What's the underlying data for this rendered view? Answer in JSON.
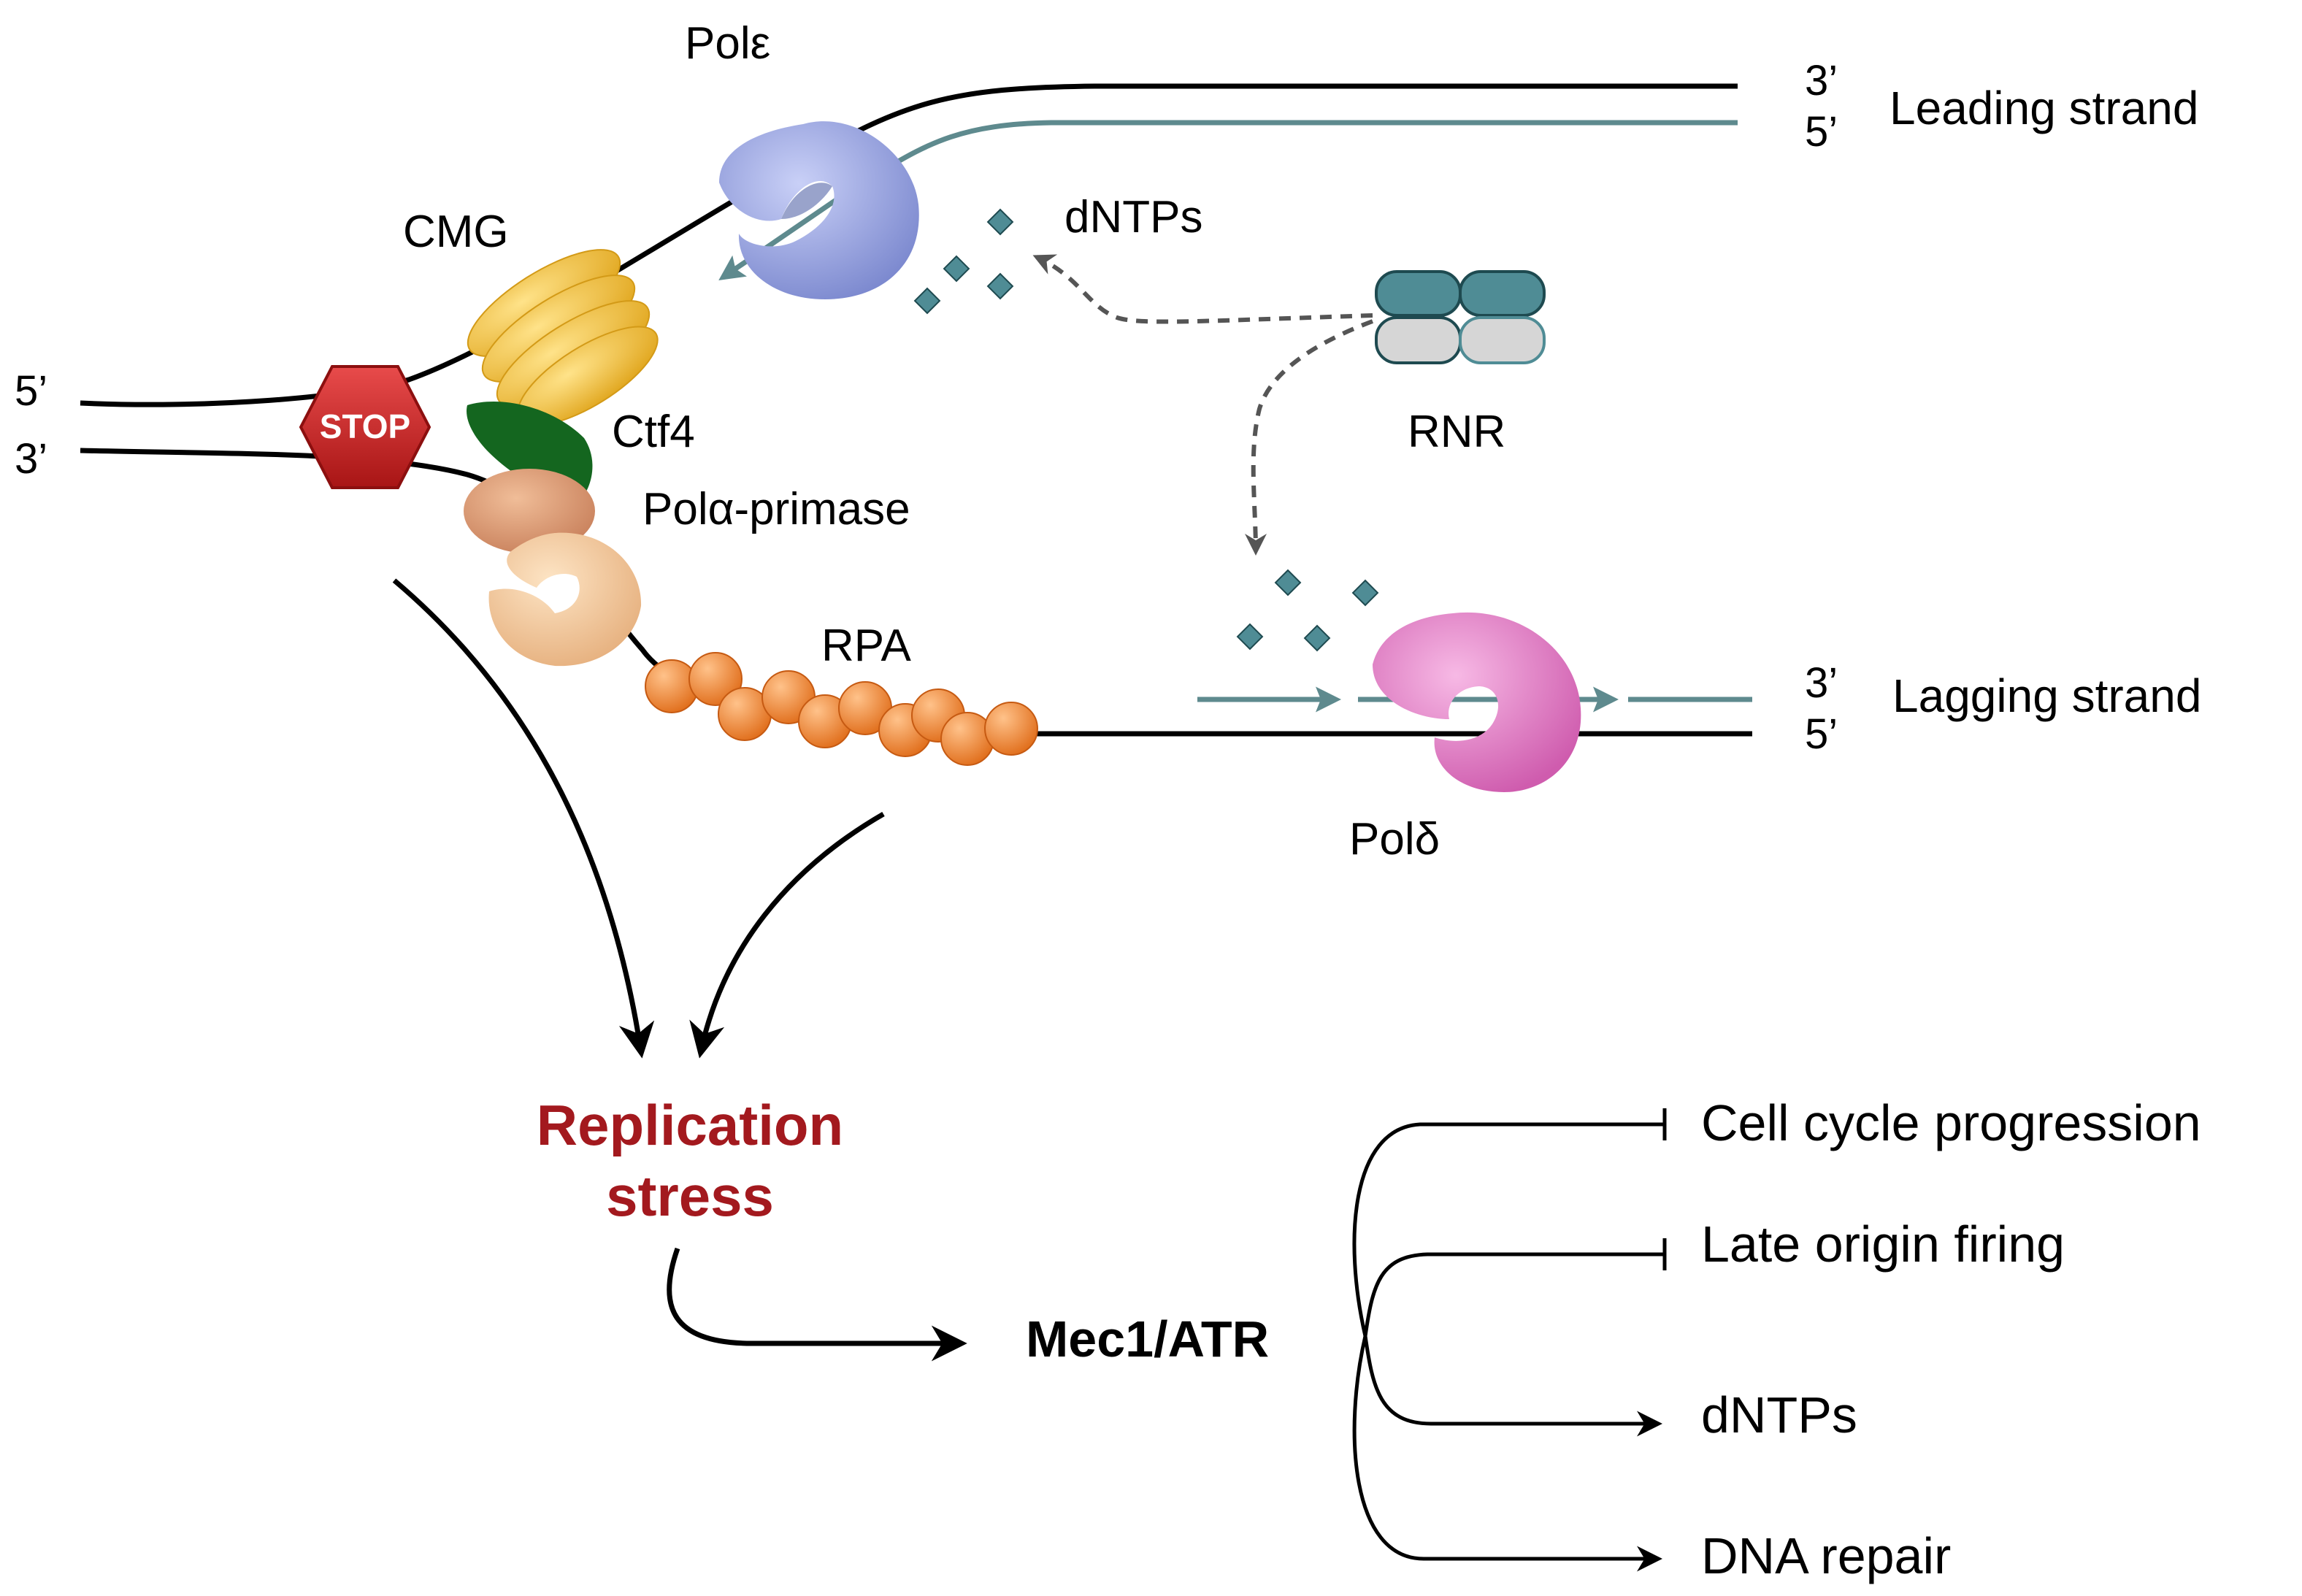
{
  "colors": {
    "dna": "#000000",
    "nascent": "#5e8a8e",
    "pol_epsilon": "#9aa6e4",
    "pol_delta": "#e987cc",
    "cmg": "#f6c33a",
    "ctf4": "#14661f",
    "pol_alpha_back": "#e2a27c",
    "pol_alpha_front": "#f4cfa2",
    "rpa": "#ef8c38",
    "stop": "#cf2424",
    "rnr_dark": "#4f8c95",
    "rnr_light": "#d6d6d6",
    "dntp": "#4f8c95",
    "stress_text": "#a3191e"
  },
  "labels": {
    "pol_epsilon": "Polε",
    "cmg": "CMG",
    "ctf4": "Ctf4",
    "pol_alpha": "Polα-primase",
    "rpa": "RPA",
    "pol_delta": "Polδ",
    "dntps_top": "dNTPs",
    "rnr": "RNR",
    "stop": "STOP",
    "leading_strand": "Leading strand",
    "lagging_strand": "Lagging strand",
    "lead_3prime": "3’",
    "lead_5prime": "5’",
    "lag_3prime": "3’",
    "lag_5prime": "5’",
    "parent_5prime": "5’",
    "parent_3prime": "3’"
  },
  "stress": {
    "line1": "Replication",
    "line2": "stress"
  },
  "checkpoint": {
    "kinase": "Mec1/ATR",
    "outcomes": [
      {
        "label": "Cell cycle progression",
        "effect": "inhibit"
      },
      {
        "label": "Late origin firing",
        "effect": "inhibit"
      },
      {
        "label": "dNTPs",
        "effect": "activate"
      },
      {
        "label": "DNA repair",
        "effect": "activate"
      }
    ]
  }
}
